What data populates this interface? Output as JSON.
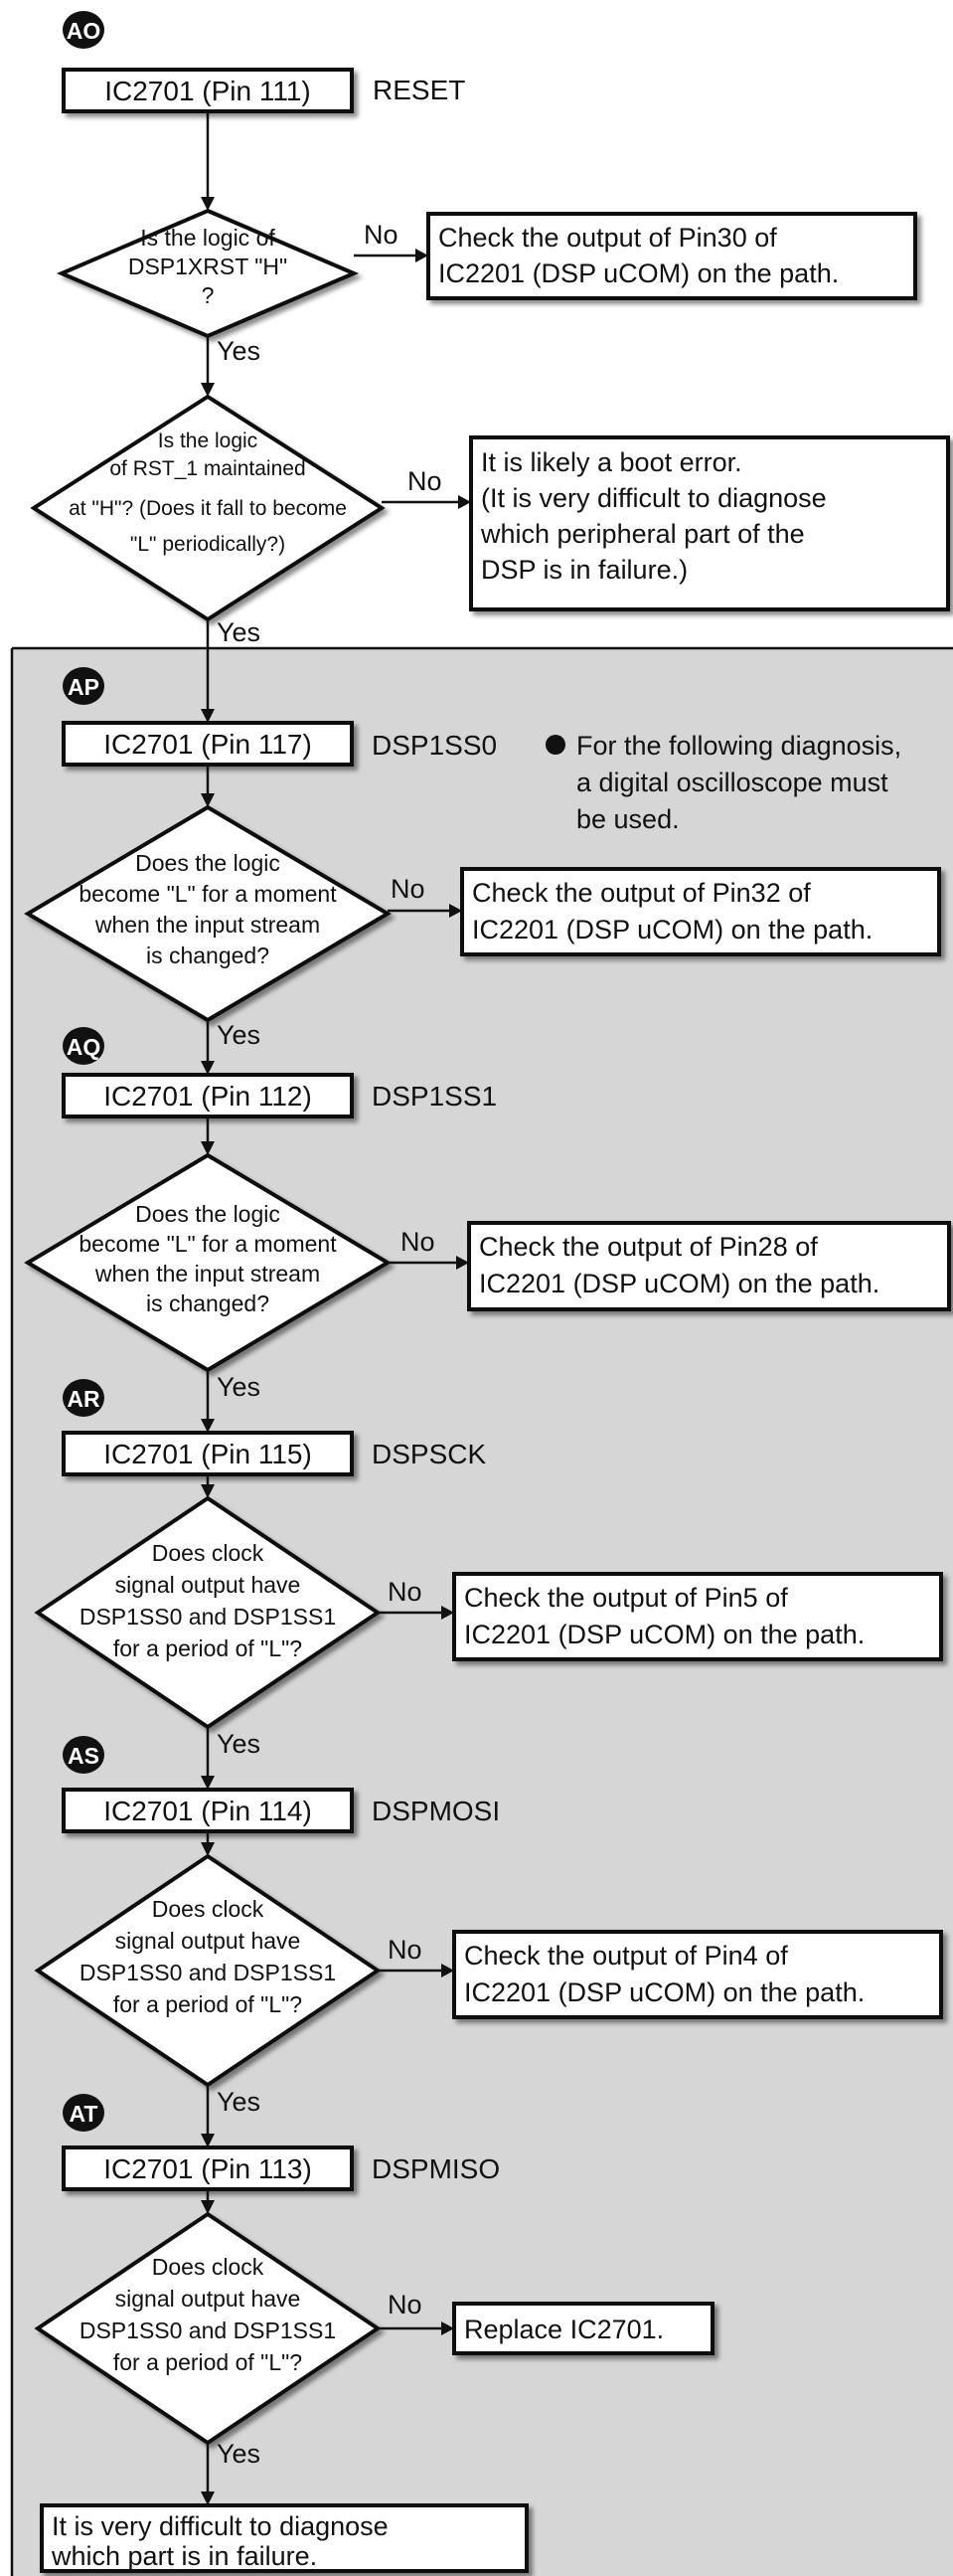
{
  "colors": {
    "shaded_background": "#d6d6d6",
    "ink": "#111111",
    "box_fill": "#ffffff"
  },
  "bullet_icon": "filled-circle",
  "sections": {
    "AO": {
      "badge": "AO",
      "box": "IC2701 (Pin 111)",
      "signal": "RESET",
      "q1": [
        "Is the logic of",
        "DSP1XRST \"H\"",
        "?"
      ],
      "q1_no_action": [
        "Check the output of Pin30 of",
        "IC2201 (DSP uCOM) on the path."
      ],
      "q2": [
        "Is the logic",
        "of RST_1 maintained",
        "at \"H\"? (Does it fall to become",
        "\"L\" periodically?)"
      ],
      "q2_no_action": [
        "It is likely a boot error.",
        "(It is very difficult to diagnose",
        "which peripheral part of the",
        "DSP is in failure.)"
      ]
    },
    "AP": {
      "badge": "AP",
      "box": "IC2701 (Pin 117)",
      "signal": "DSP1SS0",
      "note": [
        "For the following diagnosis,",
        "a digital oscilloscope must",
        "be used."
      ],
      "question": [
        "Does the logic",
        "become \"L\" for a moment",
        "when the input stream",
        "is changed?"
      ],
      "no_action": [
        "Check the output of Pin32 of",
        "IC2201 (DSP uCOM) on the path."
      ]
    },
    "AQ": {
      "badge": "AQ",
      "box": "IC2701 (Pin 112)",
      "signal": "DSP1SS1",
      "question": [
        "Does the logic",
        "become \"L\" for a moment",
        "when the input stream",
        "is changed?"
      ],
      "no_action": [
        "Check the output of Pin28 of",
        "IC2201 (DSP uCOM) on the path."
      ]
    },
    "AR": {
      "badge": "AR",
      "box": "IC2701 (Pin 115)",
      "signal": "DSPSCK",
      "question": [
        "Does clock",
        "signal output have",
        "DSP1SS0 and DSP1SS1",
        "for a period of \"L\"?"
      ],
      "no_action": [
        "Check the output of Pin5 of",
        "IC2201 (DSP uCOM) on the path."
      ]
    },
    "AS": {
      "badge": "AS",
      "box": "IC2701 (Pin 114)",
      "signal": "DSPMOSI",
      "question": [
        "Does clock",
        "signal output have",
        "DSP1SS0 and DSP1SS1",
        "for a period of \"L\"?"
      ],
      "no_action": [
        "Check the output of Pin4 of",
        "IC2201 (DSP uCOM) on the path."
      ]
    },
    "AT": {
      "badge": "AT",
      "box": "IC2701 (Pin 113)",
      "signal": "DSPMISO",
      "question": [
        "Does clock",
        "signal output have",
        "DSP1SS0 and DSP1SS1",
        "for a period of \"L\"?"
      ],
      "no_action": [
        "Replace IC2701."
      ],
      "final": [
        "It is very difficult to diagnose",
        "which part is in failure."
      ]
    }
  },
  "labels": {
    "yes": "Yes",
    "no": "No"
  }
}
